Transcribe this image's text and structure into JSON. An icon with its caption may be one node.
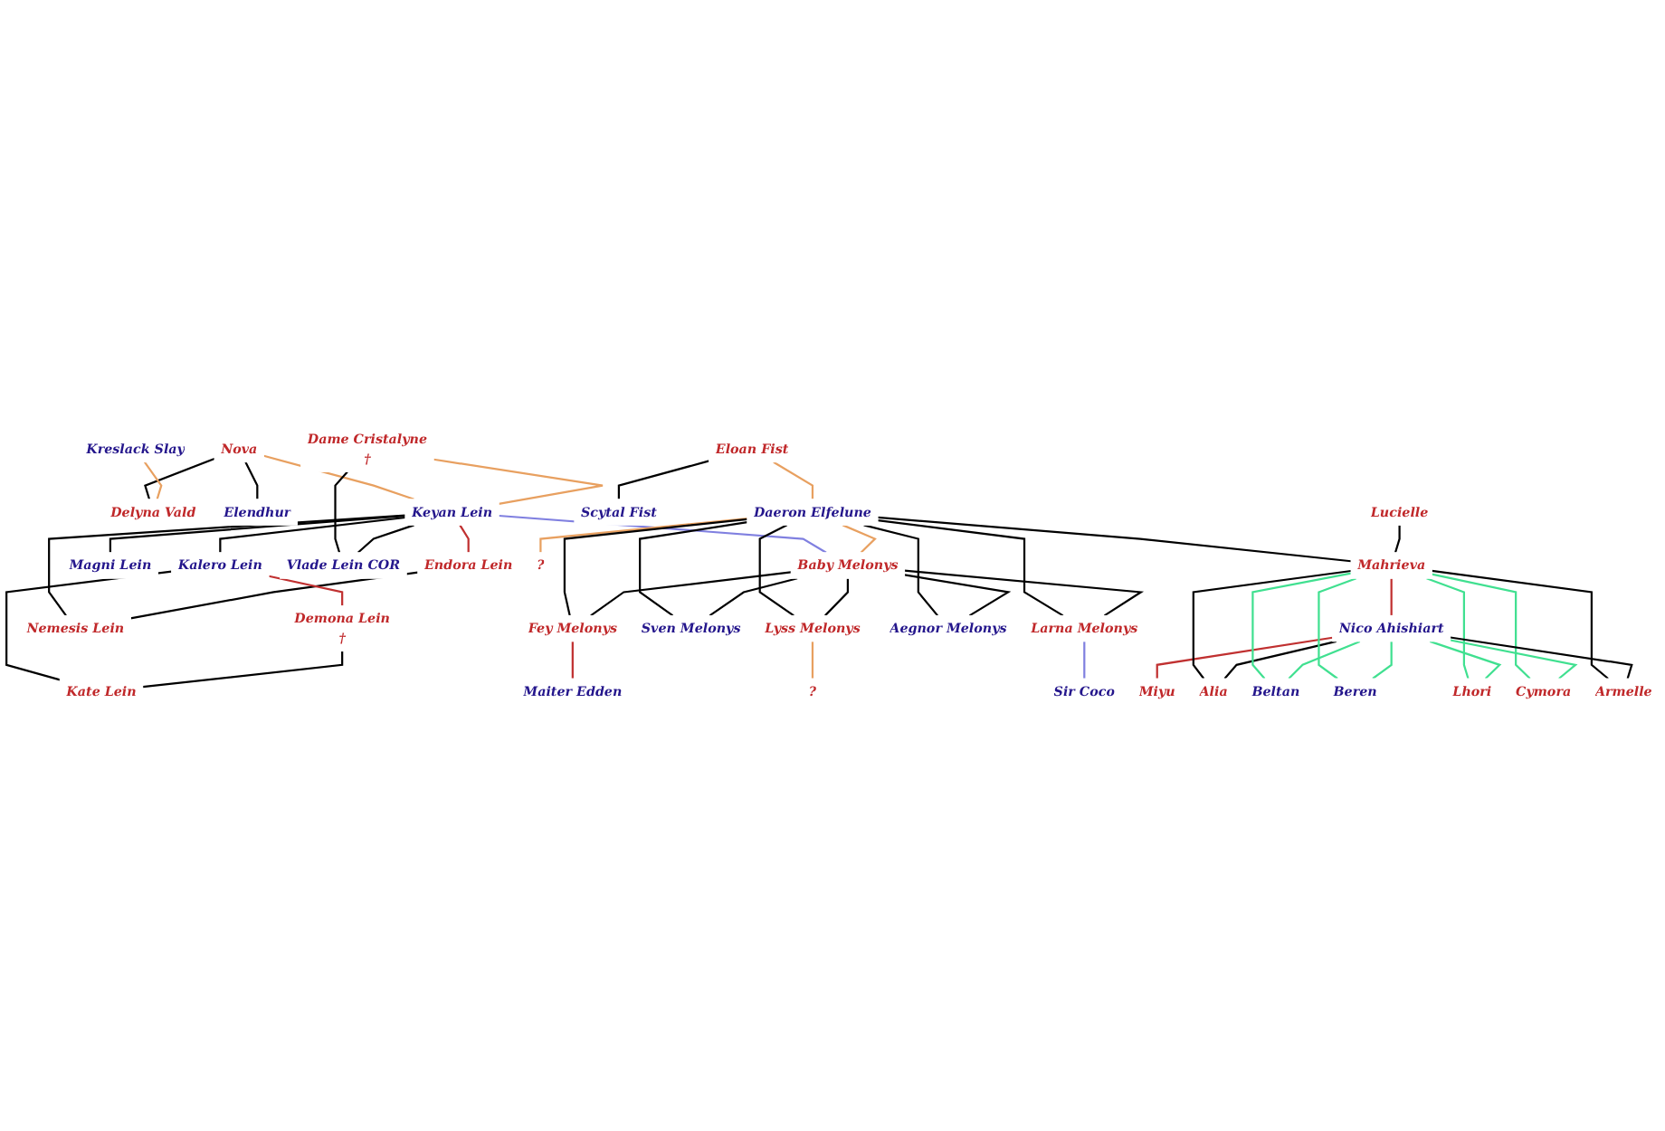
{
  "diagram": {
    "nodes": [
      {
        "text": [
          "Nova"
        ]
      },
      {
        "text": [
          "Kreslack Slay"
        ]
      },
      {
        "text": [
          "Delyna Vald"
        ]
      },
      {
        "text": [
          "Elendhur"
        ]
      },
      {
        "text": [
          "Dame Cristalyne",
          "†"
        ]
      },
      {
        "text": [
          "Keyan Lein"
        ]
      },
      {
        "text": [
          "Endora Lein"
        ]
      },
      {
        "text": [
          "Magni Lein"
        ]
      },
      {
        "text": [
          "Kalero Lein"
        ]
      },
      {
        "text": [
          "Demona Lein",
          "†"
        ]
      },
      {
        "text": [
          "Kate Lein"
        ]
      },
      {
        "text": [
          "Vlade Lein COR"
        ]
      },
      {
        "text": [
          "Nemesis Lein"
        ]
      },
      {
        "text": [
          "Eloan Fist"
        ]
      },
      {
        "text": [
          "Daeron Elfelune"
        ]
      },
      {
        "text": [
          "Baby Melonys"
        ]
      },
      {
        "text": [
          "?"
        ]
      },
      {
        "text": [
          "Scytal Fist"
        ]
      },
      {
        "text": [
          "Lucielle"
        ]
      },
      {
        "text": [
          "Fey Melonys"
        ]
      },
      {
        "text": [
          "Maiter Edden"
        ]
      },
      {
        "text": [
          "Lyss Melonys"
        ]
      },
      {
        "text": [
          "Sven Melonys"
        ]
      },
      {
        "text": [
          "?"
        ]
      },
      {
        "text": [
          "Larna Melonys"
        ]
      },
      {
        "text": [
          "Sir Coco"
        ]
      },
      {
        "text": [
          "Aegnor Melonys"
        ]
      },
      {
        "text": [
          "Mahrieva"
        ]
      },
      {
        "text": [
          "Nico Ahishiart"
        ]
      },
      {
        "text": [
          "Miyu"
        ]
      },
      {
        "text": [
          "Alia"
        ]
      },
      {
        "text": [
          "Beltan"
        ]
      },
      {
        "text": [
          "Beren"
        ]
      },
      {
        "text": [
          "Lhori"
        ]
      },
      {
        "text": [
          "Cymora"
        ]
      },
      {
        "text": [
          "Armelle"
        ]
      }
    ],
    "edges": [
      {
        "from": 0,
        "to": 2,
        "arrow": "none"
      },
      {
        "from": 0,
        "to": 3,
        "arrow": "none"
      },
      {
        "from": 1,
        "to": 2,
        "arrow": "none",
        "color": "#e8a060"
      },
      {
        "from": 0,
        "to": 5,
        "arrow": "none",
        "color": "#e8a060"
      },
      {
        "from": 4,
        "to": 5,
        "arrow": "none",
        "color": "#e8a060"
      },
      {
        "from": 5,
        "to": 6,
        "arrow": "none",
        "color": "#c03030"
      },
      {
        "from": 5,
        "to": 7,
        "arrow": "none"
      },
      {
        "from": 5,
        "to": 8,
        "arrow": "none"
      },
      {
        "from": 4,
        "to": 11,
        "arrow": "none"
      },
      {
        "from": 5,
        "to": 11,
        "arrow": "none"
      },
      {
        "from": 5,
        "to": 12,
        "arrow": "none"
      },
      {
        "from": 6,
        "to": 12,
        "arrow": "none"
      },
      {
        "from": 5,
        "to": 15,
        "arrow": "none",
        "color": "#8080e0"
      },
      {
        "from": 8,
        "to": 9,
        "arrow": "none",
        "color": "#c03030"
      },
      {
        "from": 8,
        "to": 10,
        "arrow": "none"
      },
      {
        "from": 9,
        "to": 10,
        "arrow": "none"
      },
      {
        "from": 13,
        "to": 14,
        "arrow": "none",
        "color": "#e8a060"
      },
      {
        "from": 14,
        "to": 15,
        "arrow": "none",
        "color": "#e8a060"
      },
      {
        "from": 14,
        "to": 16,
        "arrow": "none",
        "color": "#e8a060"
      },
      {
        "from": 13,
        "to": 17,
        "arrow": "none"
      },
      {
        "from": 14,
        "to": 27,
        "arrow": "none"
      },
      {
        "from": 18,
        "to": 27,
        "arrow": "none"
      },
      {
        "from": 14,
        "to": 19,
        "arrow": "none"
      },
      {
        "from": 15,
        "to": 19,
        "arrow": "none"
      },
      {
        "from": 14,
        "to": 21,
        "arrow": "none"
      },
      {
        "from": 15,
        "to": 21,
        "arrow": "none"
      },
      {
        "from": 14,
        "to": 22,
        "arrow": "none"
      },
      {
        "from": 15,
        "to": 22,
        "arrow": "none"
      },
      {
        "from": 14,
        "to": 24,
        "arrow": "none"
      },
      {
        "from": 15,
        "to": 24,
        "arrow": "none"
      },
      {
        "from": 14,
        "to": 26,
        "arrow": "none"
      },
      {
        "from": 15,
        "to": 26,
        "arrow": "none"
      },
      {
        "from": 19,
        "to": 20,
        "arrow": "none",
        "color": "#c03030"
      },
      {
        "from": 21,
        "to": 23,
        "arrow": "none",
        "color": "#e8a060"
      },
      {
        "from": 24,
        "to": 25,
        "arrow": "none",
        "color": "#8080e0"
      },
      {
        "from": 27,
        "to": 28,
        "arrow": "none",
        "color": "#c03030"
      },
      {
        "from": 28,
        "to": 29,
        "arrow": "none",
        "color": "#c03030"
      },
      {
        "from": 27,
        "to": 30,
        "arrow": "none"
      },
      {
        "from": 28,
        "to": 30,
        "arrow": "none"
      },
      {
        "from": 27,
        "to": 31,
        "arrow": "none",
        "color": "#40e090"
      },
      {
        "from": 28,
        "to": 31,
        "arrow": "none",
        "color": "#40e090"
      },
      {
        "from": 27,
        "to": 32,
        "arrow": "none",
        "color": "#40e090"
      },
      {
        "from": 28,
        "to": 32,
        "arrow": "none",
        "color": "#40e090"
      },
      {
        "from": 27,
        "to": 33,
        "arrow": "none",
        "color": "#40e090"
      },
      {
        "from": 28,
        "to": 33,
        "arrow": "none",
        "color": "#40e090"
      },
      {
        "from": 27,
        "to": 34,
        "arrow": "none",
        "color": "#40e090"
      },
      {
        "from": 28,
        "to": 34,
        "arrow": "none",
        "color": "#40e090"
      },
      {
        "from": 27,
        "to": 35,
        "arrow": "none"
      },
      {
        "from": 28,
        "to": 35,
        "arrow": "none"
      }
    ]
  }
}
